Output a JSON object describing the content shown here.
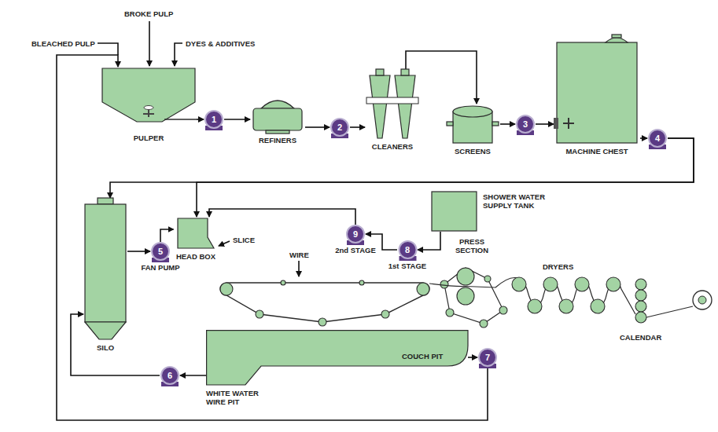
{
  "diagram": {
    "nodes": [
      {
        "text": [
          "PULPER"
        ]
      },
      {
        "text": [
          "1"
        ]
      },
      {
        "text": [
          "REFINERS"
        ]
      },
      {
        "text": [
          "2"
        ]
      },
      {
        "text": [
          "CLEANERS"
        ]
      },
      {
        "text": [
          "SCREENS"
        ]
      },
      {
        "text": [
          "3"
        ]
      },
      {
        "text": [
          "MACHINE CHEST"
        ]
      },
      {
        "text": [
          "4"
        ]
      },
      {
        "text": [
          "SILO"
        ]
      },
      {
        "text": [
          "HEAD BOX"
        ]
      },
      {
        "text": [
          "9",
          "2nd STAGE"
        ]
      },
      {
        "text": [
          "8",
          "1st STAGE"
        ]
      },
      {
        "text": [
          "SHOWER WATER SUPPLY TANK"
        ]
      },
      {
        "text": [
          "5",
          "FAN PUMP"
        ]
      },
      {
        "text": [
          "6"
        ]
      },
      {
        "text": [
          "WHITE WATER WIRE PIT"
        ]
      },
      {
        "text": [
          "COUCH PIT"
        ]
      },
      {
        "text": [
          "7"
        ]
      }
    ],
    "edges": [
      {
        "from": 0,
        "to": 1,
        "arrow": "to"
      },
      {
        "from": 1,
        "to": 2,
        "arrow": "to"
      },
      {
        "from": 2,
        "to": 3,
        "arrow": "to"
      },
      {
        "from": 3,
        "to": 4,
        "arrow": "to"
      },
      {
        "from": 4,
        "to": 5,
        "arrow": "to"
      },
      {
        "from": 5,
        "to": 6,
        "arrow": "to"
      },
      {
        "from": 6,
        "to": 7,
        "arrow": "to"
      },
      {
        "from": 7,
        "to": 8,
        "arrow": "to"
      },
      {
        "from": 8,
        "to": 9,
        "arrow": "to"
      },
      {
        "from": 8,
        "to": 10,
        "arrow": "to"
      },
      {
        "from": 9,
        "to": 14,
        "arrow": "to"
      },
      {
        "from": 14,
        "to": 10,
        "arrow": "to"
      },
      {
        "from": 13,
        "to": 12,
        "arrow": "to"
      },
      {
        "from": 12,
        "to": 11,
        "arrow": "to"
      },
      {
        "from": 11,
        "to": 10,
        "arrow": "to"
      },
      {
        "from": 16,
        "to": 15,
        "arrow": "to"
      },
      {
        "from": 15,
        "to": 9,
        "arrow": "to"
      },
      {
        "from": 17,
        "to": 18,
        "arrow": "to"
      },
      {
        "from": 18,
        "to": 0,
        "arrow": "to"
      }
    ],
    "labels": [
      "BLEACHED PULP",
      "BROKE PULP",
      "DYES & ADDITIVES",
      "SLICE",
      "WIRE",
      "PRESS SECTION",
      "DRYERS",
      "CALENDAR"
    ]
  }
}
